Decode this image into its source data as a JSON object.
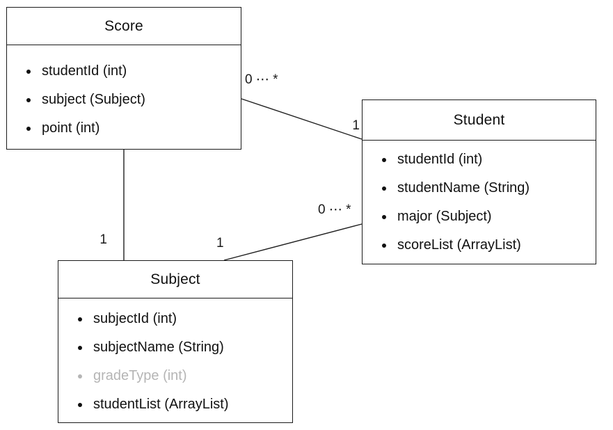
{
  "diagram": {
    "type": "uml-class-diagram",
    "colors": {
      "background": "#ffffff",
      "line": "#1f1f1f",
      "text": "#111111",
      "muted_text": "#b5b5b5"
    },
    "classes": [
      {
        "name": "Score",
        "attributes": [
          {
            "text": "studentId (int)",
            "muted": false
          },
          {
            "text": "subject (Subject)",
            "muted": false
          },
          {
            "text": "point (int)",
            "muted": false
          }
        ]
      },
      {
        "name": "Student",
        "attributes": [
          {
            "text": "studentId (int)",
            "muted": false
          },
          {
            "text": "studentName (String)",
            "muted": false
          },
          {
            "text": "major (Subject)",
            "muted": false
          },
          {
            "text": "scoreList (ArrayList)",
            "muted": false
          }
        ]
      },
      {
        "name": "Subject",
        "attributes": [
          {
            "text": "subjectId (int)",
            "muted": false
          },
          {
            "text": "subjectName (String)",
            "muted": false
          },
          {
            "text": "gradeType (int)",
            "muted": true
          },
          {
            "text": "studentList (ArrayList)",
            "muted": false
          }
        ]
      }
    ],
    "relations": [
      {
        "from": "Score",
        "to": "Student",
        "from_label": "0 ⋯ *",
        "to_label": "1"
      },
      {
        "from": "Score",
        "to": "Subject",
        "to_label": "1"
      },
      {
        "from": "Subject",
        "to": "Student",
        "from_label": "1",
        "to_label": "0 ⋯ *"
      }
    ]
  }
}
